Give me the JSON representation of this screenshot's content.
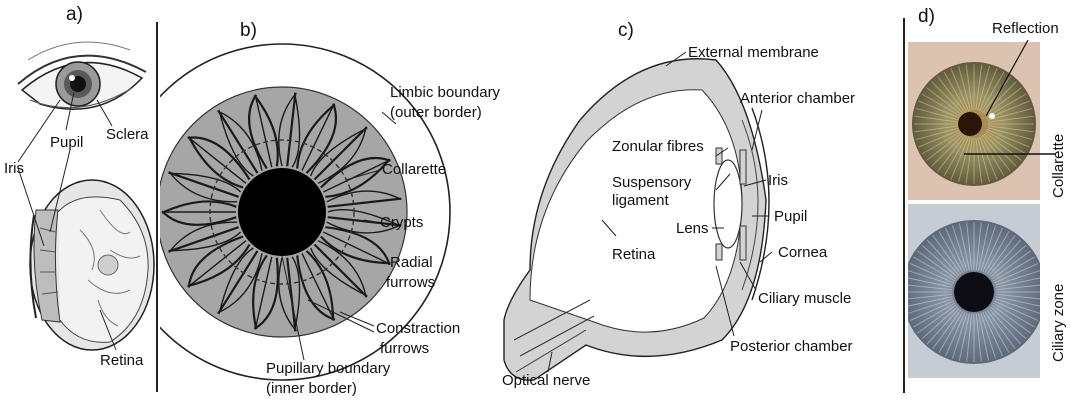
{
  "panels": {
    "a": {
      "letter": "a)",
      "labels": {
        "sclera": "Sclera",
        "pupil": "Pupil",
        "iris": "Iris",
        "retina": "Retina"
      }
    },
    "b": {
      "letter": "b)",
      "labels": {
        "limbic_1": "Limbic boundary",
        "limbic_2": "(outer border)",
        "collarette": "Collarette",
        "crypts": "Crypts",
        "radial_1": "Radial",
        "radial_2": "furrows",
        "constr_1": "Constraction",
        "constr_2": "furrows",
        "pupillary_1": "Pupillary boundary",
        "pupillary_2": "(inner border)"
      }
    },
    "c": {
      "letter": "c)",
      "labels": {
        "external_membrane": "External membrane",
        "anterior_chamber": "Anterior chamber",
        "zonular_fibres": "Zonular fibres",
        "suspensory_1": "Suspensory",
        "suspensory_2": "ligament",
        "iris": "Iris",
        "lens": "Lens",
        "pupil": "Pupil",
        "cornea": "Cornea",
        "retina": "Retina",
        "ciliary_muscle": "Ciliary muscle",
        "posterior_chamber": "Posterior chamber",
        "optical_nerve": "Optical nerve"
      }
    },
    "d": {
      "letter": "d)",
      "labels": {
        "reflection": "Reflection",
        "collarette": "Collarette",
        "ciliary_zone": "Ciliary zone"
      }
    }
  },
  "colors": {
    "iris_fill": "#a6a6a6",
    "pupil_fill": "#000000",
    "membrane_gray": "#d3d3d3",
    "photo_top_iris": "#8a7f55",
    "photo_bottom_iris": "#7d8896"
  }
}
